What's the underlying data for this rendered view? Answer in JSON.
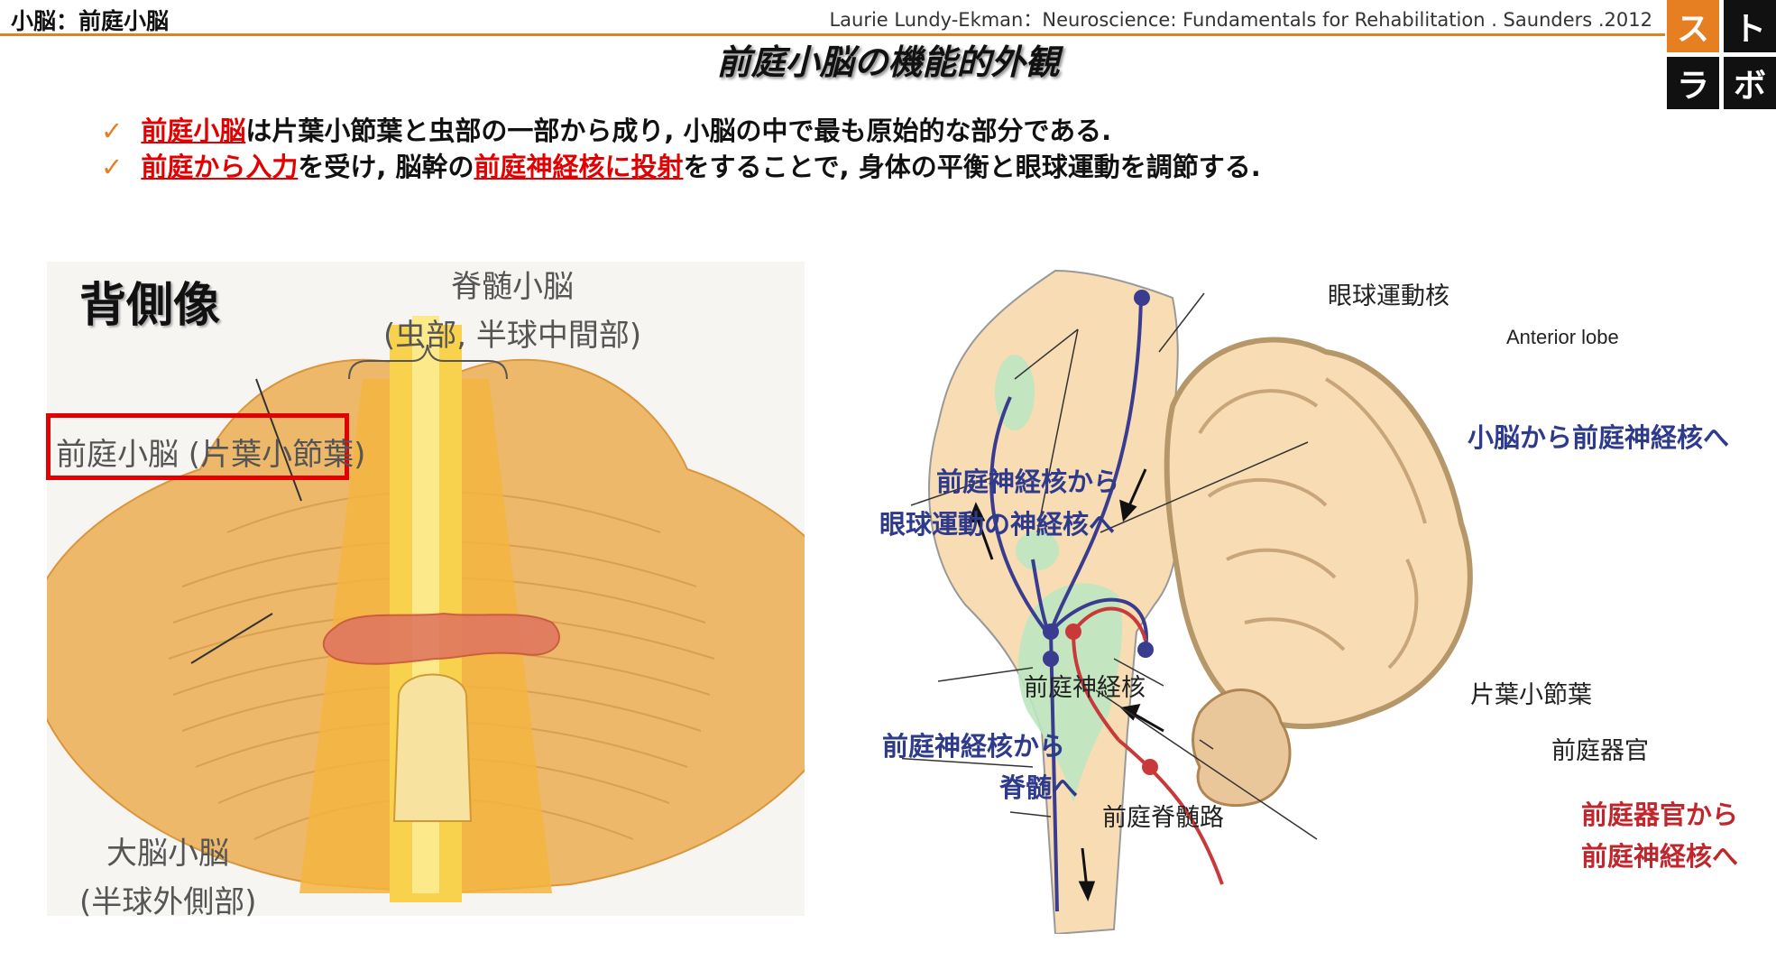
{
  "header": {
    "topic": "小脳：前庭小脳",
    "citation": "Laurie Lundy-Ekman：Neuroscience: Fundamentals for Rehabilitation . Saunders .2012",
    "logo": [
      "ス",
      "ト",
      "ラ",
      "ボ"
    ]
  },
  "title": "前庭小脳の機能的外観",
  "bullets": [
    {
      "check": "✓",
      "hl1": "前庭小脳",
      "t1": "は片葉小節葉と虫部の一部から成り, 小脳の中で最も原始的な部分である."
    },
    {
      "check": "✓",
      "hl1": "前庭から入力",
      "t1": "を受け, 脳幹の",
      "hl2": "前庭神経核に投射",
      "t2": "をすることで, 身体の平衡と眼球運動を調節する."
    }
  ],
  "left_figure": {
    "view": "背側像",
    "spino_line1": "脊髄小脳",
    "spino_line2": "(虫部, 半球中間部)",
    "vestibulo": "前庭小脳 (片葉小節葉)",
    "cerebro_line1": "大脳小脳",
    "cerebro_line2": "(半球外側部)"
  },
  "right_figure": {
    "oculomotor": "眼球運動核",
    "anterior": "Anterior lobe",
    "cb_to_vn": "小脳から前庭神経核へ",
    "vn_to_eye_1": "前庭神経核から",
    "vn_to_eye_2": "眼球運動の神経核へ",
    "vn": "前庭神経核",
    "flocculo": "片葉小節葉",
    "vest_organ": "前庭器官",
    "vn_to_sc_1": "前庭神経核から",
    "vn_to_sc_2": "脊髄へ",
    "vst": "前庭脊髄路",
    "org_to_vn_1": "前庭器官から",
    "org_to_vn_2": "前庭神経核へ"
  },
  "colors": {
    "accent": "#E67E22",
    "red": "#E30000",
    "blue": "#2E3A8C"
  }
}
